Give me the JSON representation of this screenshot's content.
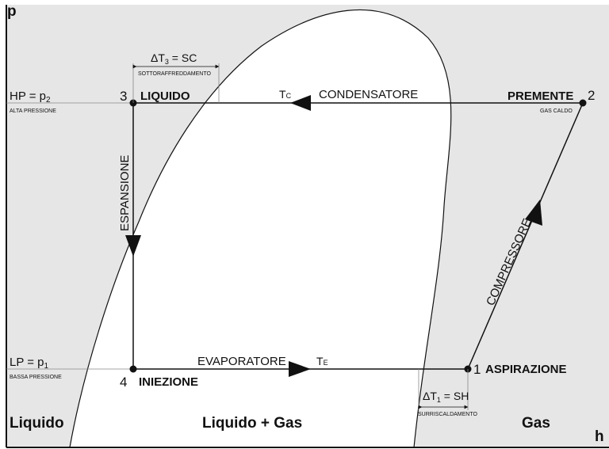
{
  "axes": {
    "y_label": "p",
    "x_label": "h"
  },
  "pressures": {
    "high": {
      "symbol": "HP = p",
      "subscript": "2",
      "caption": "ALTA PRESSIONE"
    },
    "low": {
      "symbol": "LP = p",
      "subscript": "1",
      "caption": "BASSA PRESSIONE"
    }
  },
  "points": {
    "p1": {
      "number": "1",
      "label": "ASPIRAZIONE"
    },
    "p2": {
      "number": "2",
      "label": "PREMENTE",
      "caption": "GAS CALDO"
    },
    "p3": {
      "number": "3",
      "label": "LIQUIDO"
    },
    "p4": {
      "number": "4",
      "label": "INIEZIONE"
    }
  },
  "processes": {
    "condenser": "CONDENSATORE",
    "evaporator": "EVAPORATORE",
    "expansion": "ESPANSIONE",
    "compressor": "COMPRESSORE"
  },
  "temperatures": {
    "condensing": {
      "symbol": "T",
      "subscript": "C"
    },
    "evaporating": {
      "symbol": "T",
      "subscript": "E"
    }
  },
  "subcooling": {
    "symbol": "ΔT",
    "subscript": "3",
    "rest": " = SC",
    "caption": "SOTTORAFFREDDAMENTO"
  },
  "superheat": {
    "symbol": "ΔT",
    "subscript": "1",
    "rest": " = SH",
    "caption": "SURRISCALDAMENTO"
  },
  "regions": {
    "liquid": "Liquido",
    "mixture": "Liquido + Gas",
    "gas": "Gas"
  },
  "colors": {
    "region_fill": "#e6e6e6",
    "dome_fill": "#ffffff",
    "line": "#111111"
  }
}
